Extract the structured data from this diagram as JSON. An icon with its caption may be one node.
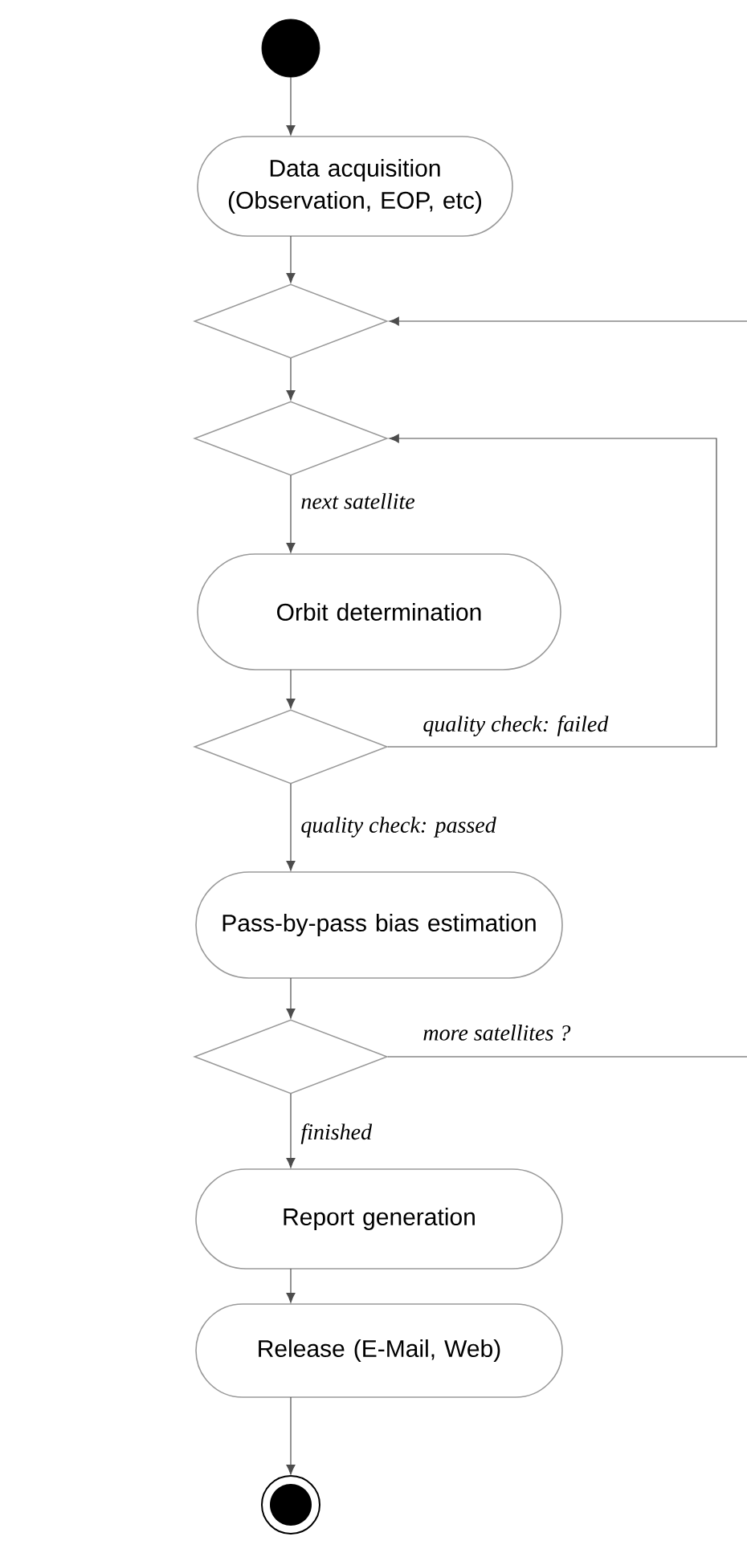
{
  "diagram": {
    "nodes": [
      {
        "text": [],
        "shape": "circle"
      },
      {
        "text": [
          "Data acquisition (Observation, EOP, etc)"
        ]
      },
      {
        "text": [],
        "shape": "diamond"
      },
      {
        "text": [],
        "shape": "diamond"
      },
      {
        "text": [
          "Orbit determination"
        ]
      },
      {
        "text": [],
        "shape": "diamond"
      },
      {
        "text": [
          "Pass-by-pass bias estimation"
        ]
      },
      {
        "text": [],
        "shape": "diamond"
      },
      {
        "text": [
          "Report generation"
        ]
      },
      {
        "text": [
          "Release (E-Mail, Web)"
        ]
      },
      {
        "text": [],
        "shape": "circle"
      }
    ],
    "edges": [
      {
        "from": 0,
        "to": 1,
        "arrow": "to"
      },
      {
        "from": 1,
        "to": 2,
        "arrow": "to"
      },
      {
        "from": 2,
        "to": 3,
        "arrow": "to"
      },
      {
        "from": 3,
        "to": 4,
        "arrow": "to",
        "label": "next satellite"
      },
      {
        "from": 4,
        "to": 5,
        "arrow": "to"
      },
      {
        "from": 5,
        "to": 3,
        "arrow": "to",
        "label": "quality check: failed"
      },
      {
        "from": 5,
        "to": 6,
        "arrow": "to",
        "label": "quality check: passed"
      },
      {
        "from": 6,
        "to": 7,
        "arrow": "to"
      },
      {
        "from": 7,
        "to": null,
        "arrow": "none",
        "label": "more satellites ?"
      },
      {
        "from": null,
        "to": 2,
        "arrow": "to"
      },
      {
        "from": 7,
        "to": 8,
        "arrow": "to",
        "label": "finished"
      },
      {
        "from": 8,
        "to": 9,
        "arrow": "to"
      },
      {
        "from": 9,
        "to": 10,
        "arrow": "to"
      }
    ]
  }
}
